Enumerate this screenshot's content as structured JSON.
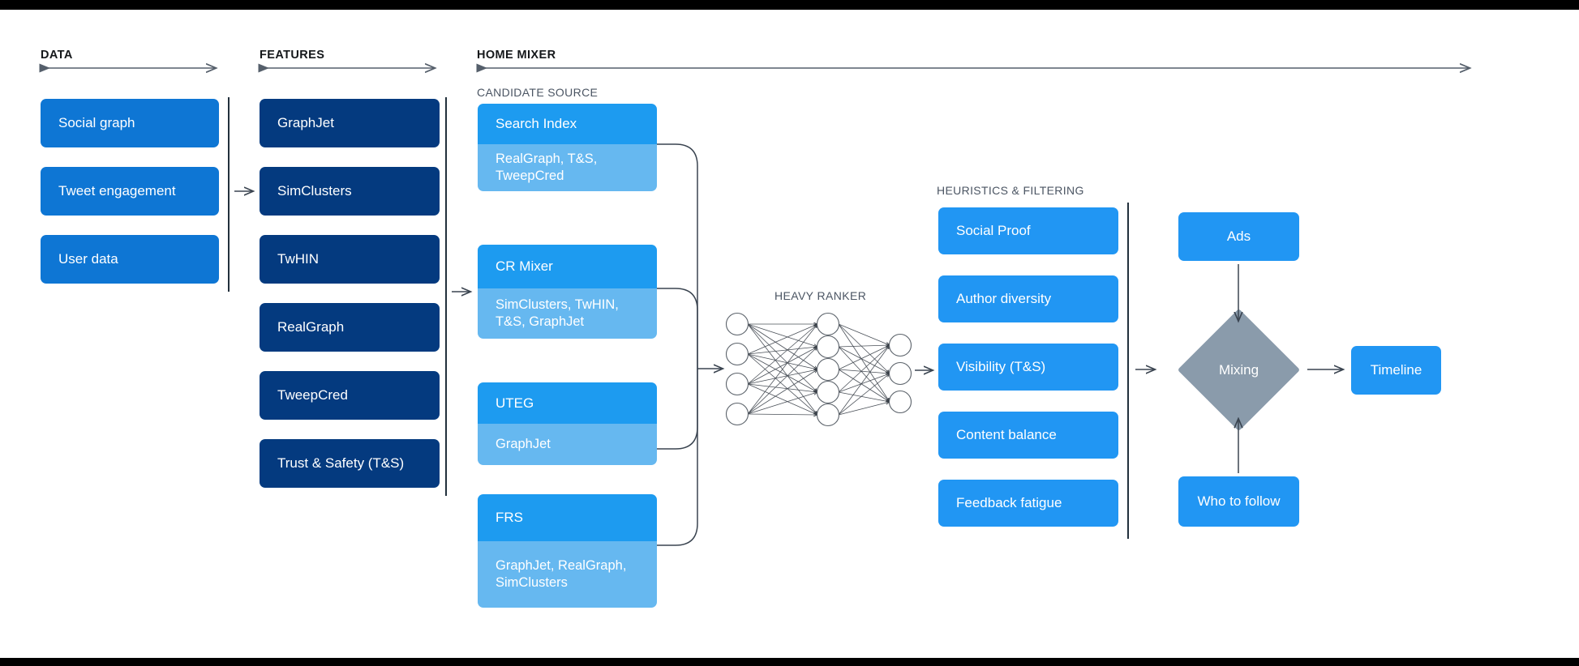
{
  "sections": {
    "data": {
      "label": "DATA"
    },
    "features": {
      "label": "FEATURES"
    },
    "home_mixer": {
      "label": "HOME MIXER"
    },
    "candidate_source": {
      "label": "CANDIDATE SOURCE"
    },
    "heavy_ranker": {
      "label": "HEAVY RANKER"
    },
    "heuristics": {
      "label": "HEURISTICS & FILTERING"
    }
  },
  "data_boxes": [
    {
      "label": "Social graph"
    },
    {
      "label": "Tweet engagement"
    },
    {
      "label": "User data"
    }
  ],
  "feature_boxes": [
    {
      "label": "GraphJet"
    },
    {
      "label": "SimClusters"
    },
    {
      "label": "TwHIN"
    },
    {
      "label": "RealGraph"
    },
    {
      "label": "TweepCred"
    },
    {
      "label": "Trust & Safety (T&S)"
    }
  ],
  "candidate_sources": [
    {
      "title": "Search Index",
      "features": "RealGraph, T&S,\nTweepCred"
    },
    {
      "title": "CR Mixer",
      "features": "SimClusters, TwHIN,\nT&S, GraphJet"
    },
    {
      "title": "UTEG",
      "features": "GraphJet"
    },
    {
      "title": "FRS",
      "features": "GraphJet, RealGraph,\nSimClusters"
    }
  ],
  "heuristic_boxes": [
    {
      "label": "Social Proof"
    },
    {
      "label": "Author diversity"
    },
    {
      "label": "Visibility (T&S)"
    },
    {
      "label": "Content balance"
    },
    {
      "label": "Feedback fatigue"
    }
  ],
  "sinks": {
    "ads": "Ads",
    "mixing": "Mixing",
    "who_to_follow": "Who to follow",
    "timeline": "Timeline"
  },
  "neural_net": {
    "layers": [
      4,
      5,
      3
    ]
  },
  "colors": {
    "data_blue": "#0e76d4",
    "feature_navy": "#043a7f",
    "candidate_head": "#1d9bf0",
    "candidate_body": "#66b8f0",
    "heuristic_blue": "#2196f3",
    "mixing_gray": "#8a9bab",
    "connector": "#3a4450",
    "rule": "#22303c",
    "background": "#ffffff",
    "frame": "#000000"
  }
}
